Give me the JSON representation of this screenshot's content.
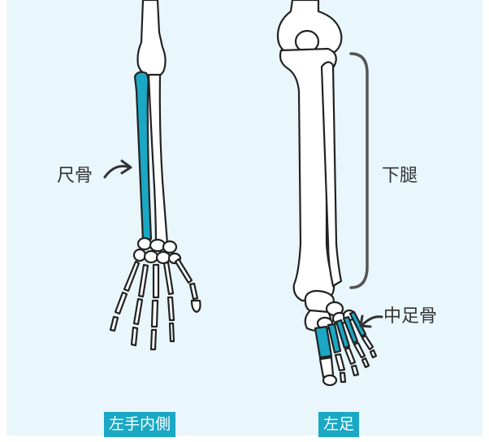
{
  "labels": {
    "ulna": "尺骨",
    "lower_leg": "下腿",
    "metatarsals": "中足骨"
  },
  "captions": {
    "arm": "左手内側",
    "foot": "左足"
  },
  "colors": {
    "background": "#e9f6fb",
    "highlight": "#1aa8c4",
    "outline": "#222222",
    "bone": "#ffffff",
    "bracket": "#555555",
    "label_text": "#333333"
  }
}
